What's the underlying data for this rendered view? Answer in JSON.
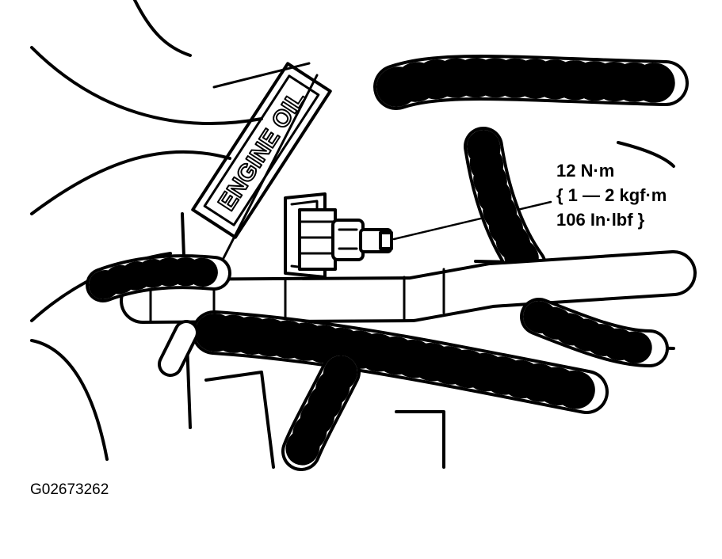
{
  "diagram": {
    "stamp_label": "ENGINE OIL",
    "torque_spec": {
      "line1": "12 N·m",
      "line2": "{ 1 — 2 kgf·m",
      "line3": "106 In·lbf }"
    },
    "figure_id": "G02673262"
  }
}
